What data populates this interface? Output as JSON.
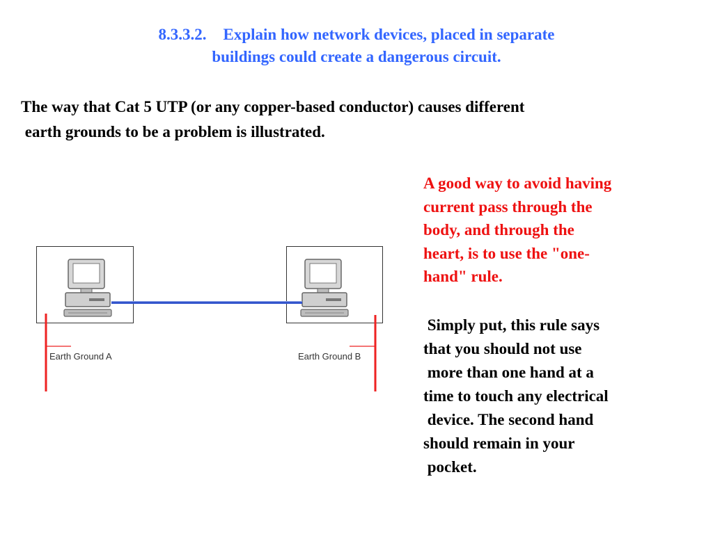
{
  "title": {
    "number": "8.3.3.2.",
    "line1": "Explain how network devices, placed in separate",
    "line2": "buildings could create a dangerous circuit."
  },
  "intro": {
    "line1": "The way that Cat 5 UTP (or any copper-based conductor) causes different",
    "line2": " earth grounds to be a problem is illustrated."
  },
  "diagram": {
    "ground_a_label": "Earth Ground A",
    "ground_b_label": "Earth Ground B",
    "cable_color": "#3355cc",
    "ground_line_color": "#ee2222"
  },
  "notes": {
    "red_lines": [
      "A good way to avoid having",
      "current pass through the",
      "body, and through the",
      "heart, is to use the \"one-",
      "hand\" rule."
    ],
    "black_lines": [
      " Simply put, this rule says",
      "that you should not use",
      " more than one hand at a",
      "time to touch any electrical",
      " device. The second hand",
      "should remain in your",
      " pocket."
    ]
  }
}
